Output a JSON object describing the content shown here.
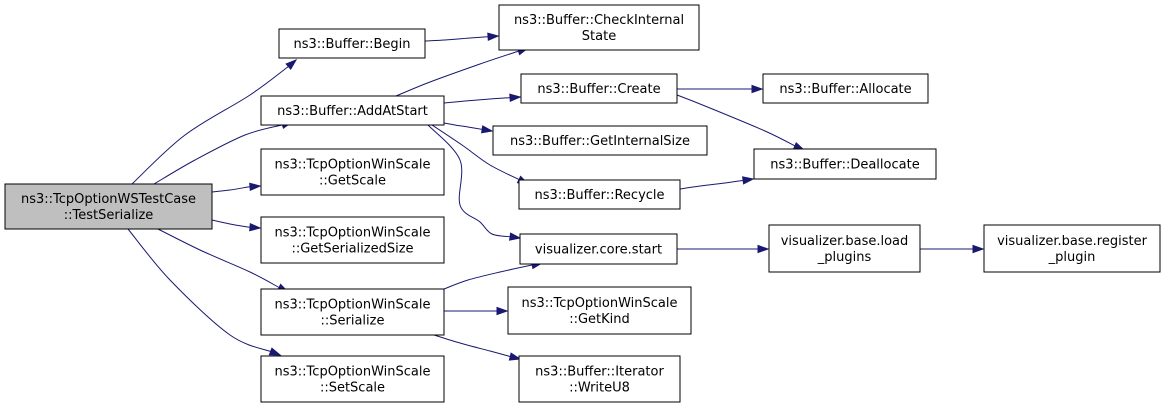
{
  "graph": {
    "colors": {
      "edge": "#191970",
      "node_border": "#000000",
      "root_fill": "#bfbfbf",
      "node_fill": "#ffffff"
    },
    "nodes": [
      {
        "id": "root",
        "lines": [
          "ns3::TcpOptionWSTestCase",
          "::TestSerialize"
        ],
        "root": true
      },
      {
        "id": "begin",
        "lines": [
          "ns3::Buffer::Begin"
        ]
      },
      {
        "id": "checkinternal",
        "lines": [
          "ns3::Buffer::CheckInternal",
          "State"
        ]
      },
      {
        "id": "addatstart",
        "lines": [
          "ns3::Buffer::AddAtStart"
        ]
      },
      {
        "id": "create",
        "lines": [
          "ns3::Buffer::Create"
        ]
      },
      {
        "id": "allocate",
        "lines": [
          "ns3::Buffer::Allocate"
        ]
      },
      {
        "id": "getinternalsize",
        "lines": [
          "ns3::Buffer::GetInternalSize"
        ]
      },
      {
        "id": "deallocate",
        "lines": [
          "ns3::Buffer::Deallocate"
        ]
      },
      {
        "id": "getscale",
        "lines": [
          "ns3::TcpOptionWinScale",
          "::GetScale"
        ]
      },
      {
        "id": "recycle",
        "lines": [
          "ns3::Buffer::Recycle"
        ]
      },
      {
        "id": "getserializedsize",
        "lines": [
          "ns3::TcpOptionWinScale",
          "::GetSerializedSize"
        ]
      },
      {
        "id": "vizcorestart",
        "lines": [
          "visualizer.core.start"
        ]
      },
      {
        "id": "vizloadplugins",
        "lines": [
          "visualizer.base.load",
          "_plugins"
        ]
      },
      {
        "id": "vizregisterplugin",
        "lines": [
          "visualizer.base.register",
          "_plugin"
        ]
      },
      {
        "id": "serialize",
        "lines": [
          "ns3::TcpOptionWinScale",
          "::Serialize"
        ]
      },
      {
        "id": "getkind",
        "lines": [
          "ns3::TcpOptionWinScale",
          "::GetKind"
        ]
      },
      {
        "id": "setscale",
        "lines": [
          "ns3::TcpOptionWinScale",
          "::SetScale"
        ]
      },
      {
        "id": "writeu8",
        "lines": [
          "ns3::Buffer::Iterator",
          "::WriteU8"
        ]
      }
    ],
    "edges": [
      {
        "from": "root",
        "to": "begin"
      },
      {
        "from": "root",
        "to": "addatstart"
      },
      {
        "from": "root",
        "to": "getscale"
      },
      {
        "from": "root",
        "to": "getserializedsize"
      },
      {
        "from": "root",
        "to": "serialize"
      },
      {
        "from": "root",
        "to": "setscale"
      },
      {
        "from": "begin",
        "to": "checkinternal"
      },
      {
        "from": "addatstart",
        "to": "checkinternal"
      },
      {
        "from": "addatstart",
        "to": "create"
      },
      {
        "from": "addatstart",
        "to": "getinternalsize"
      },
      {
        "from": "addatstart",
        "to": "recycle"
      },
      {
        "from": "addatstart",
        "to": "vizcorestart"
      },
      {
        "from": "create",
        "to": "allocate"
      },
      {
        "from": "create",
        "to": "deallocate"
      },
      {
        "from": "recycle",
        "to": "deallocate"
      },
      {
        "from": "vizcorestart",
        "to": "vizloadplugins"
      },
      {
        "from": "vizloadplugins",
        "to": "vizregisterplugin"
      },
      {
        "from": "serialize",
        "to": "vizcorestart"
      },
      {
        "from": "serialize",
        "to": "getkind"
      },
      {
        "from": "serialize",
        "to": "writeu8"
      }
    ]
  }
}
